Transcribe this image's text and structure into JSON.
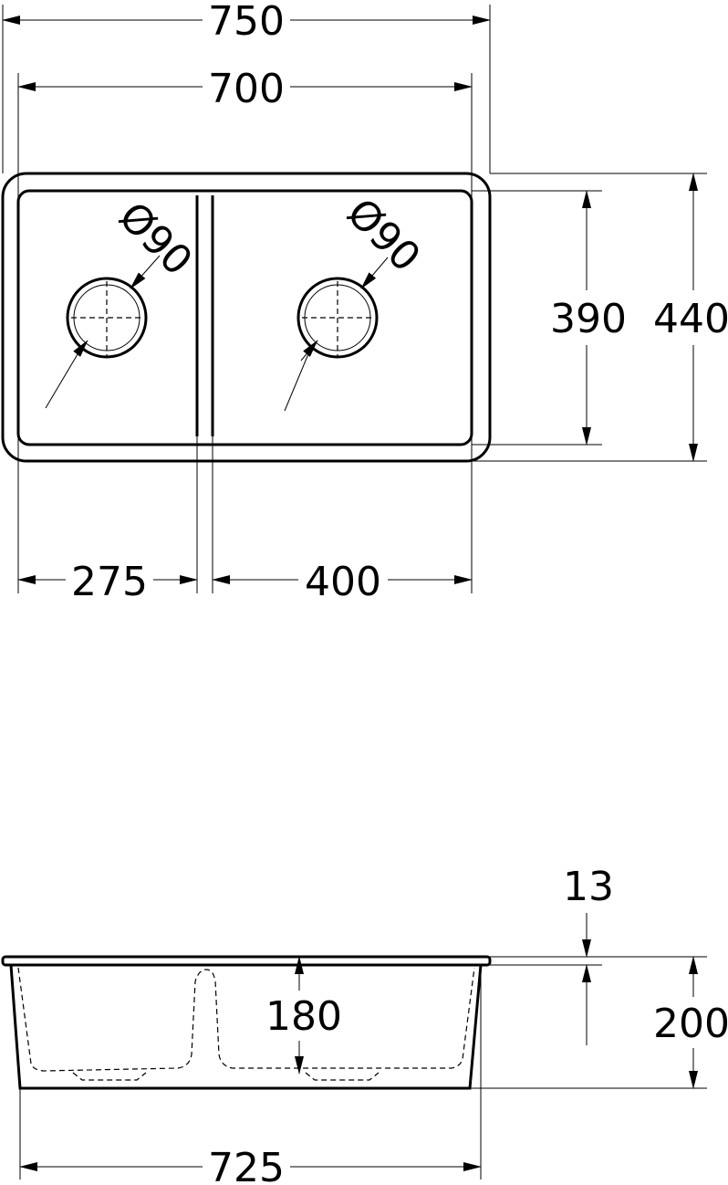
{
  "top_view": {
    "overall_width": "750",
    "inner_width": "700",
    "inner_depth": "390",
    "overall_depth": "440",
    "left_bowl_width": "275",
    "right_bowl_width": "400",
    "left_drain_diameter": "Ø90",
    "right_drain_diameter": "Ø90"
  },
  "side_view": {
    "lip_thickness": "13",
    "bowl_depth": "180",
    "overall_height": "200",
    "bottom_width": "725"
  },
  "colors": {
    "line": "#000000",
    "background": "#ffffff"
  }
}
